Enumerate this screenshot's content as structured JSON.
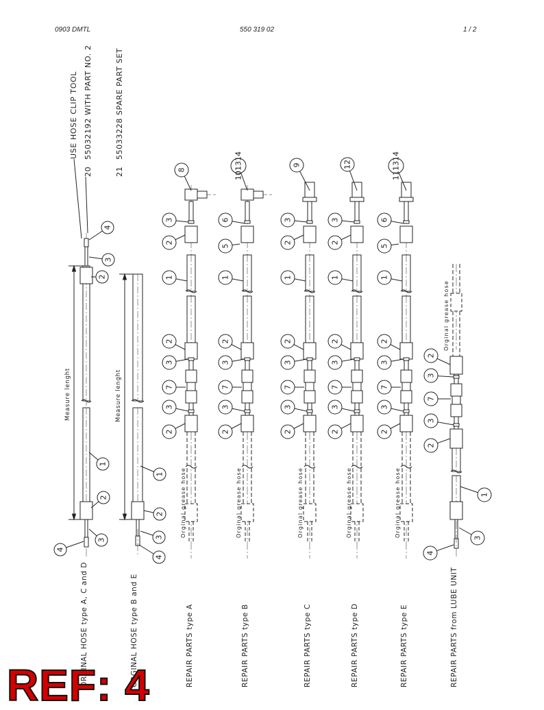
{
  "header": {
    "left": "0903 DMTL",
    "center": "550 319 02",
    "page": "1 /  2"
  },
  "notes": {
    "clip_tool": "USE HOSE CLIP TOOL",
    "note20_num": "20",
    "note20_text": "55032192 WITH PART NO. 2",
    "note21_num": "21",
    "note21_text": "55033228 SPARE PART SET"
  },
  "labels": {
    "orig_acd": "ORGINAL HOSE type A, C and D",
    "orig_be": "ORGINAL HOSE type B and E",
    "rep_a": "REPAIR PARTS type A",
    "rep_b": "REPAIR PARTS type B",
    "rep_c": "REPAIR PARTS type C",
    "rep_d": "REPAIR PARTS type D",
    "rep_e": "REPAIR PARTS type E",
    "rep_lube": "REPAIR PARTS from LUBE UNIT"
  },
  "measure_label": "Measure lenght",
  "original_hose_label": "Orginal grease hose",
  "balloons": {
    "b1": "1",
    "b2": "2",
    "b3": "3",
    "b4": "4",
    "b5": "5",
    "b6": "6",
    "b7": "7",
    "b8": "8",
    "b9": "9",
    "b10_14": "101314",
    "b11_14": "111314",
    "b12": "12"
  },
  "stamp": "REF: 4"
}
